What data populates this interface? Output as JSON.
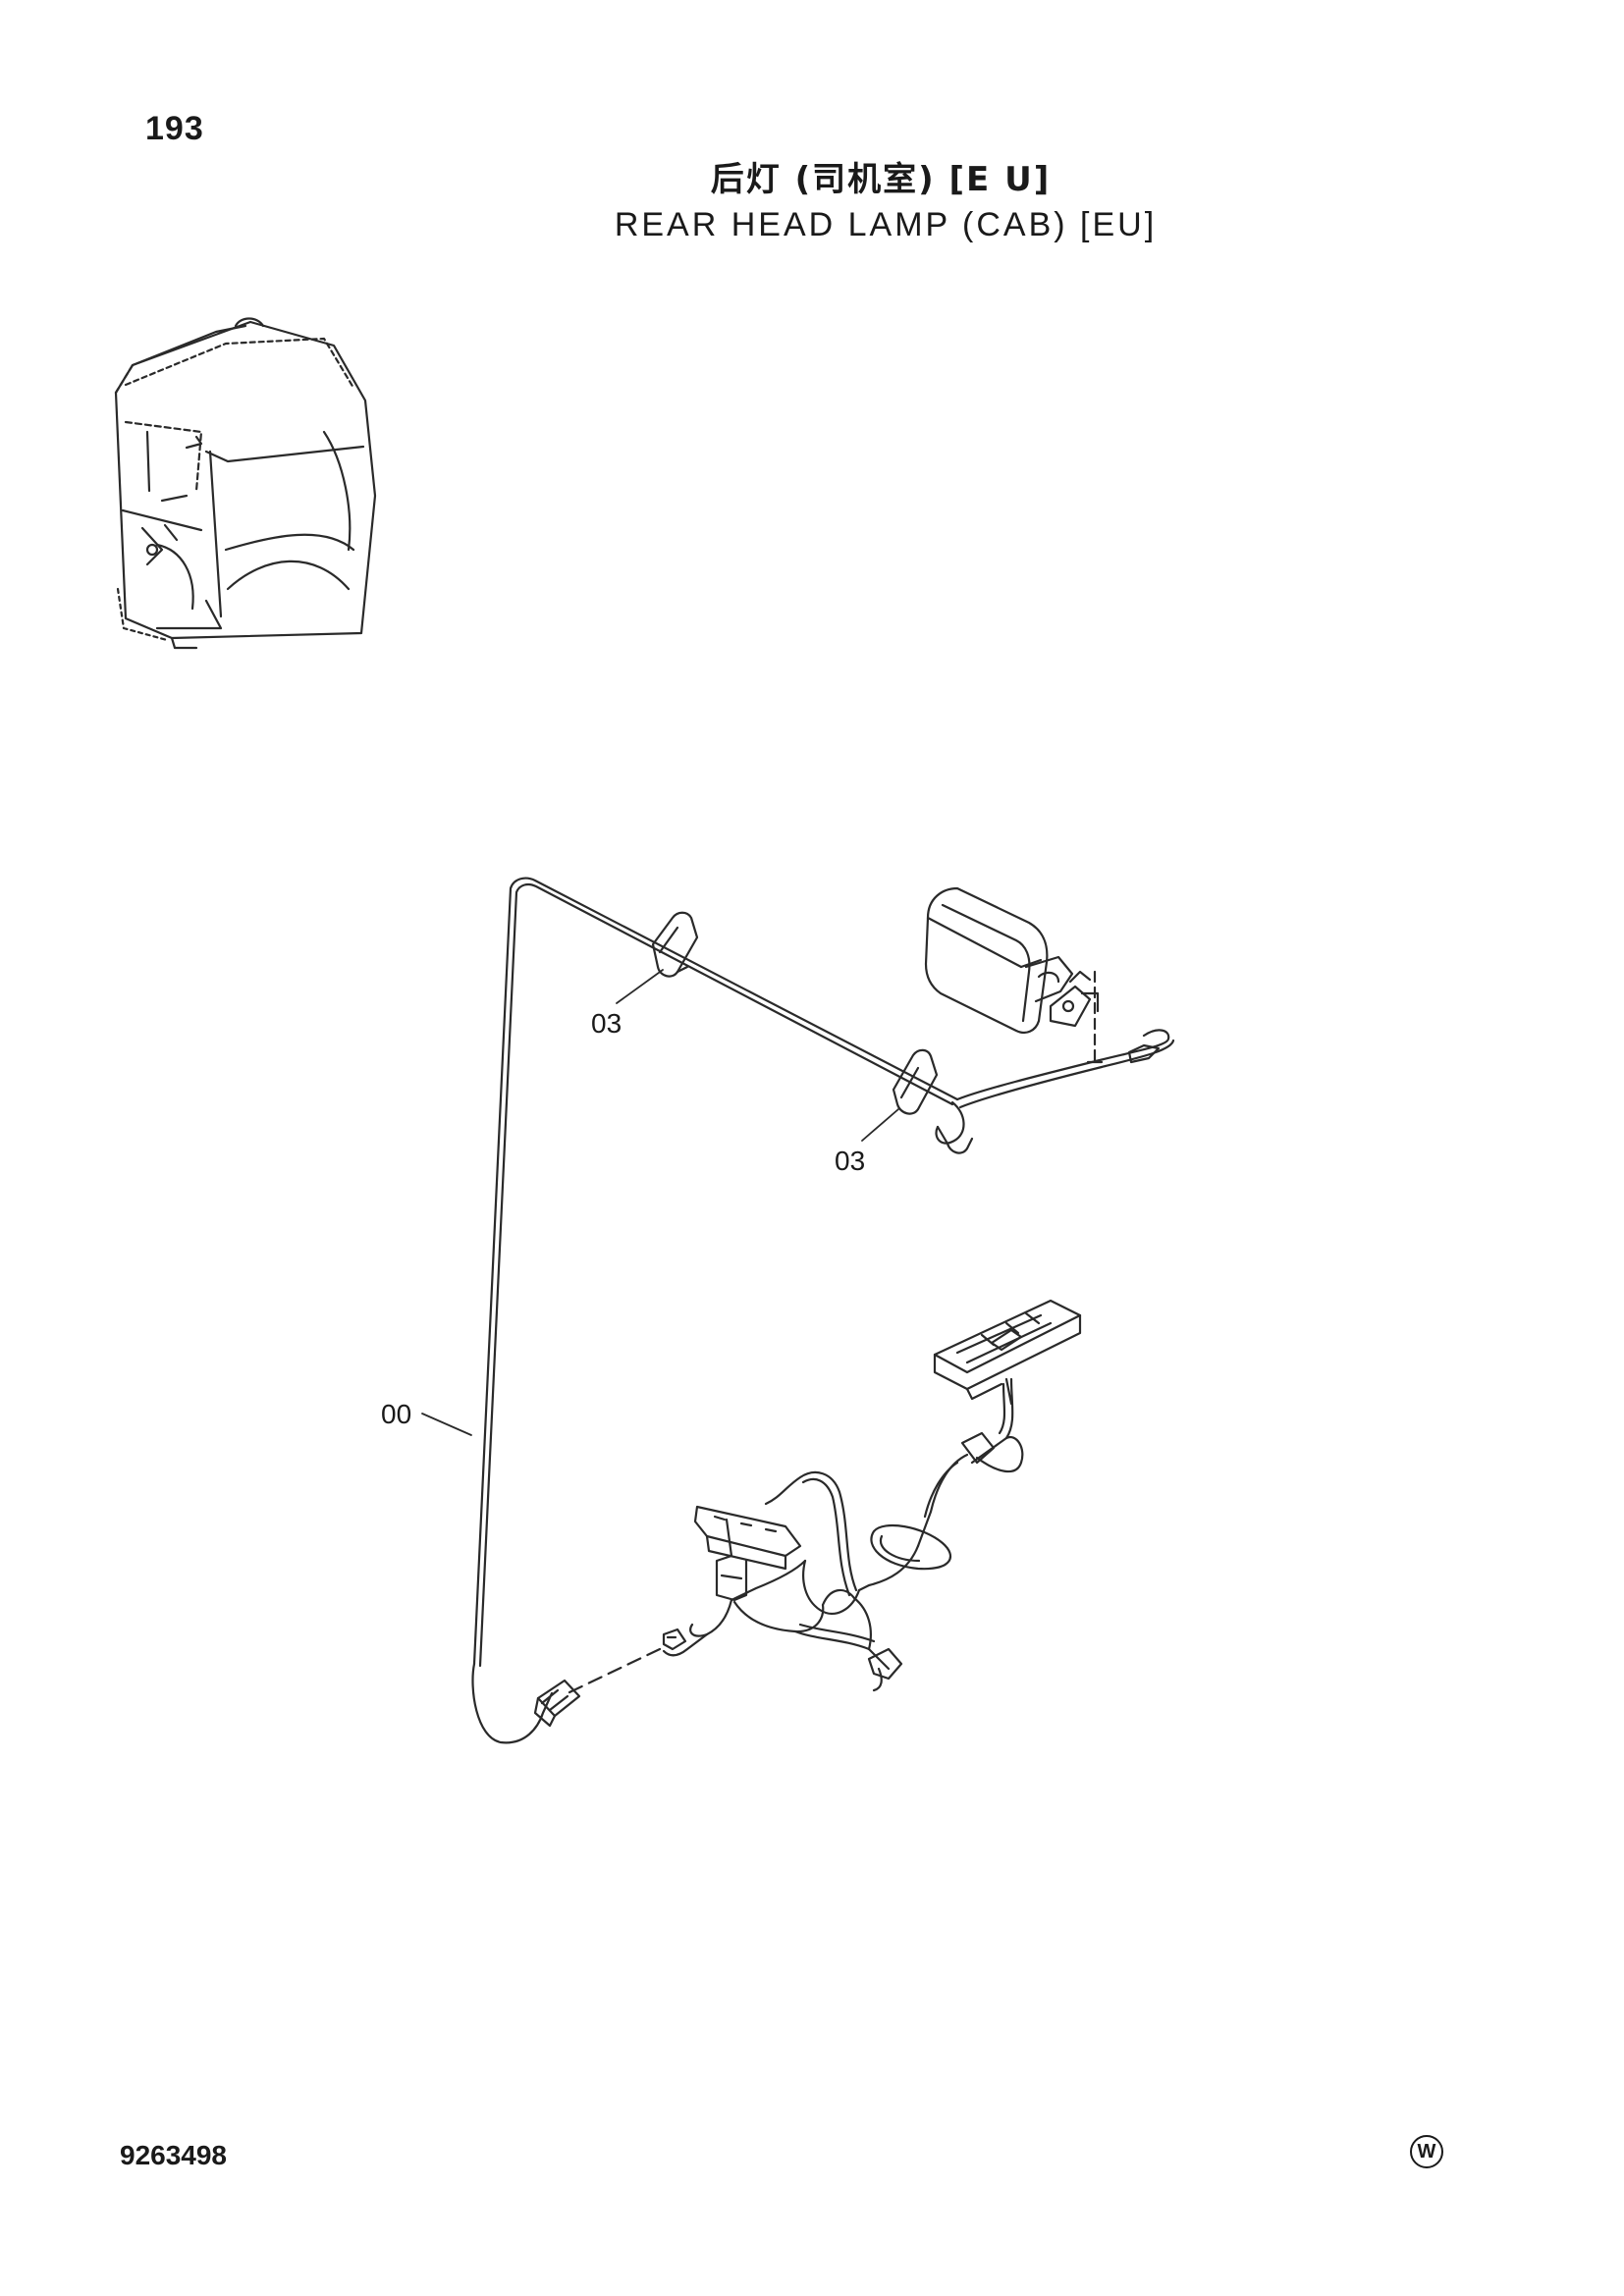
{
  "page": {
    "number": "193",
    "title_cn": "后灯 (司机室) [E U]",
    "title_en": "REAR HEAD LAMP (CAB) [EU]",
    "document_number": "9263498",
    "mark": "W"
  },
  "callouts": [
    {
      "id": "harness",
      "label": "00"
    },
    {
      "id": "clip-upper",
      "label": "03"
    },
    {
      "id": "clip-lower",
      "label": "03"
    }
  ]
}
